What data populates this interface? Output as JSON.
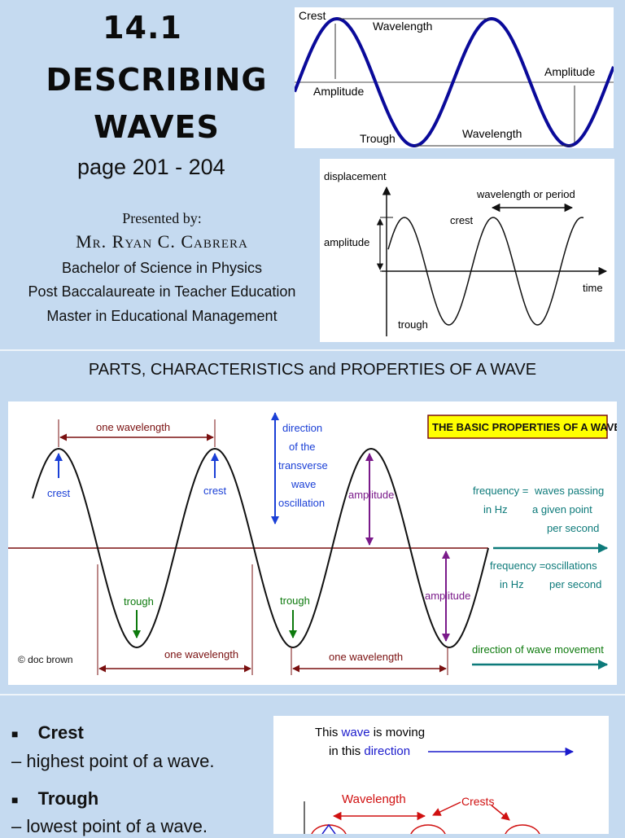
{
  "title": {
    "line1": "14.1",
    "line2": "DESCRIBING",
    "line3": "WAVES",
    "pages": "page 201 - 204"
  },
  "presenter": {
    "label": "Presented by:",
    "name": "Mr. Ryan C. Cabrera",
    "credentials": [
      "Bachelor of Science in Physics",
      "Post Baccalaureate in Teacher Education",
      "Master in Educational Management"
    ]
  },
  "fig1": {
    "crest": "Crest",
    "wavelength_top": "Wavelength",
    "amplitude_right": "Amplitude",
    "amplitude_left": "Amplitude",
    "trough": "Trough",
    "wavelength_bottom": "Wavelength"
  },
  "fig2": {
    "ylabel": "displacement",
    "wavelength": "wavelength or period",
    "crest": "crest",
    "amplitude": "amplitude",
    "xlabel": "time",
    "trough": "trough"
  },
  "section_title": "PARTS, CHARACTERISTICS and PROPERTIES OF A WAVE",
  "fig3": {
    "title": "THE BASIC PROPERTIES OF A WAVE",
    "one_wavelength": "one wavelength",
    "crest": "crest",
    "trough": "trough",
    "amplitude": "amplitude",
    "direction_lines": [
      "direction",
      "of the",
      "transverse",
      "wave",
      "oscillation"
    ],
    "freq1": {
      "left": [
        "frequency =",
        "in Hz"
      ],
      "right": [
        "waves passing",
        "a given point",
        "per second"
      ]
    },
    "freq2": {
      "left": [
        "frequency =",
        "in Hz"
      ],
      "right": [
        "oscillations",
        "per second"
      ]
    },
    "direction_movement": "direction of wave movement",
    "credit": "© doc brown",
    "colors": {
      "crest": "#1a3fd6",
      "trough": "#0d7a0d",
      "amplitude": "#7a1a8a",
      "wavelength": "#7a1010",
      "frequency": "#0d7a7a",
      "title_bg": "#ffff00"
    }
  },
  "bullets": [
    {
      "term": "Crest",
      "def": "highest point of a wave."
    },
    {
      "term": "Trough",
      "def": "lowest point of a wave."
    }
  ],
  "fig4": {
    "line1a": "This ",
    "line1b": "wave",
    "line1c": " is moving",
    "line2a": "in this ",
    "line2b": "direction",
    "wavelength": "Wavelength",
    "crests": "Crests"
  }
}
